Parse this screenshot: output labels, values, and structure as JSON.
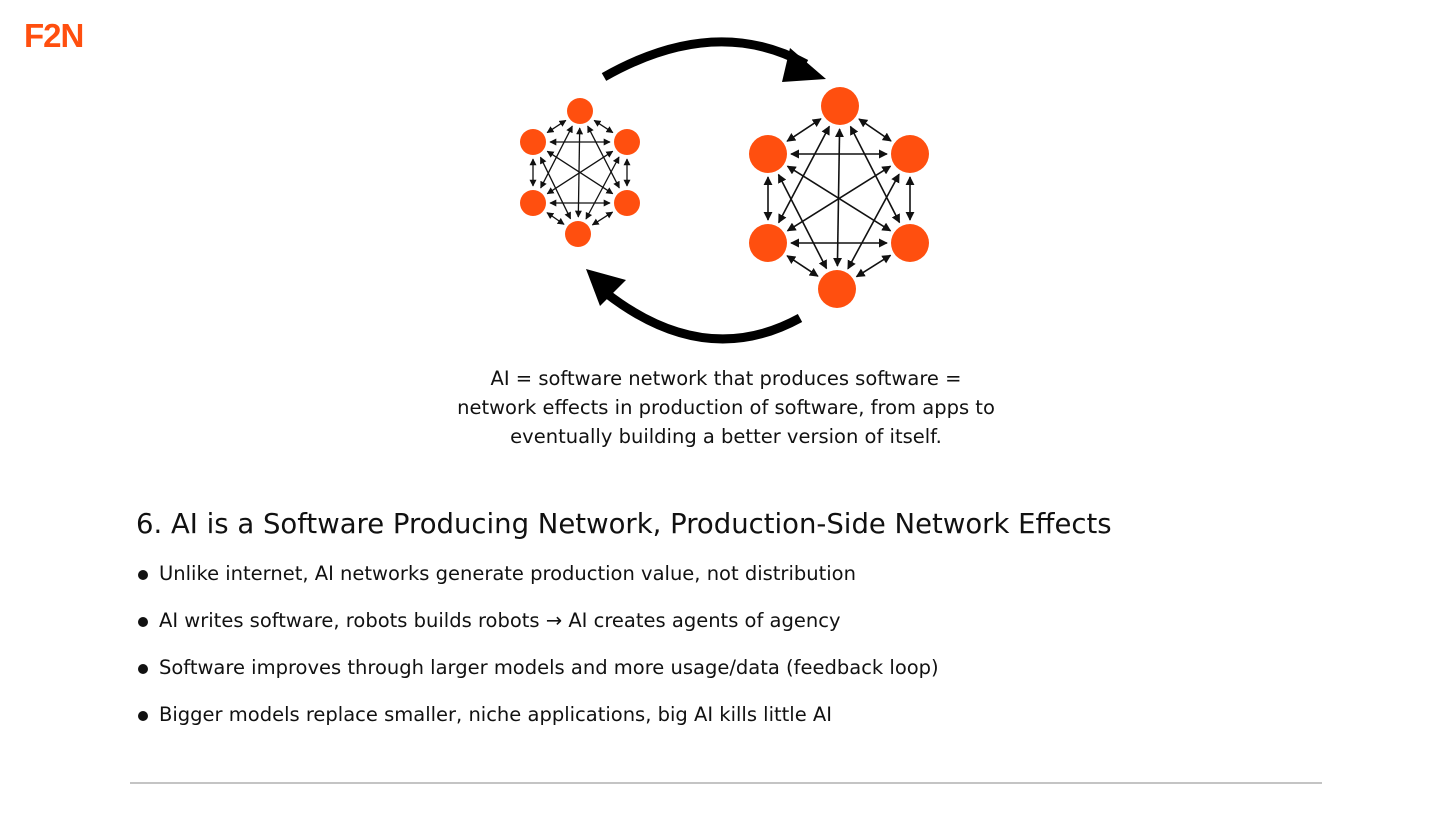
{
  "brand": {
    "logo_text": "F2N",
    "accent_color": "#FF4F0F"
  },
  "diagram": {
    "node_color": "#FF4F0F",
    "arrow_color": "#000000",
    "small_network_nodes": 6,
    "large_network_nodes": 6,
    "cycle_arrows": [
      "top-right",
      "bottom-left"
    ],
    "caption_lines": [
      "AI = software network that produces software =",
      "network effects in production of software, from apps to",
      "eventually building a better version of itself."
    ]
  },
  "section": {
    "title": "6. AI is a Software Producing Network, Production-Side Network Effects",
    "bullets": [
      "Unlike internet, AI networks generate production value, not distribution",
      "AI writes software, robots builds robots → AI creates agents of agency",
      "Software improves through larger models and more usage/data (feedback loop)",
      "Bigger models replace smaller, niche applications, big AI kills little AI"
    ]
  }
}
